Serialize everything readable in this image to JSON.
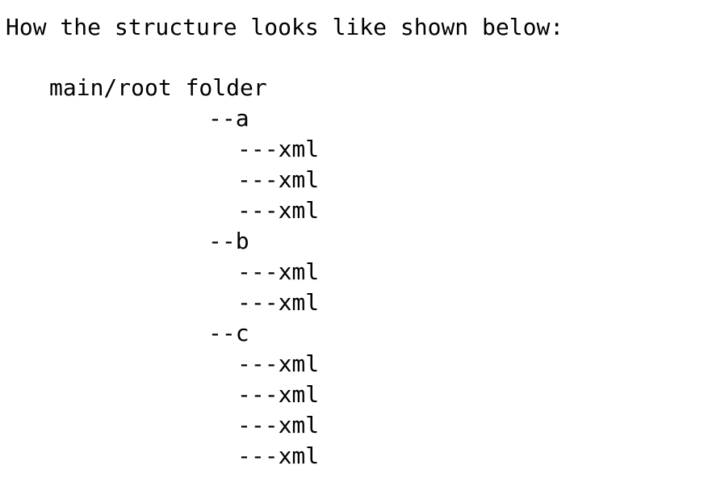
{
  "heading": "How the structure looks like shown below:",
  "tree": {
    "root_label": "main/root folder",
    "folders": [
      {
        "label": "--a",
        "files": [
          "---xml",
          "---xml",
          "---xml"
        ]
      },
      {
        "label": "--b",
        "files": [
          "---xml",
          "---xml"
        ]
      },
      {
        "label": "--c",
        "files": [
          "---xml",
          "---xml",
          "---xml",
          "---xml"
        ]
      }
    ]
  }
}
